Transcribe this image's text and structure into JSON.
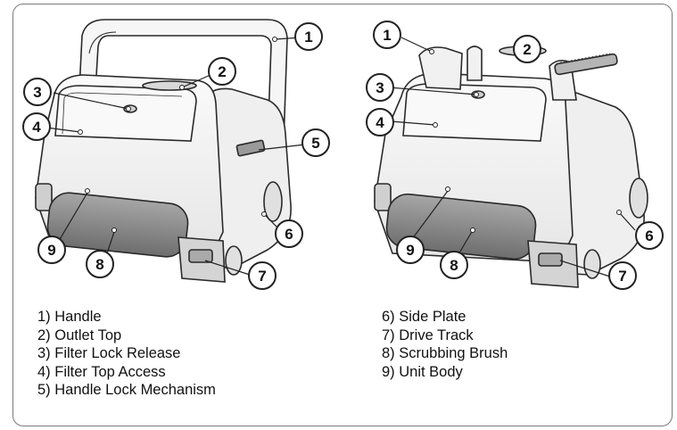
{
  "legend_left": [
    "1) Handle",
    "2) Outlet Top",
    "3) Filter Lock Release",
    "4) Filter Top Access",
    "5) Handle Lock Mechanism"
  ],
  "legend_right": [
    "6) Side Plate",
    "7) Drive Track",
    "8) Scrubbing Brush",
    "9) Unit Body"
  ],
  "callouts_left": [
    "1",
    "2",
    "3",
    "4",
    "5",
    "6",
    "7",
    "8",
    "9"
  ],
  "callouts_right": [
    "1",
    "2",
    "3",
    "4",
    "6",
    "7",
    "8",
    "9"
  ],
  "colors": {
    "outline": "#2a2a2a",
    "body": "#f3f3f3",
    "shade": "#dcdcdc",
    "brush": "#8c8c8c",
    "brush_dark": "#6a6a6a",
    "frame": "#7a7a7a"
  }
}
